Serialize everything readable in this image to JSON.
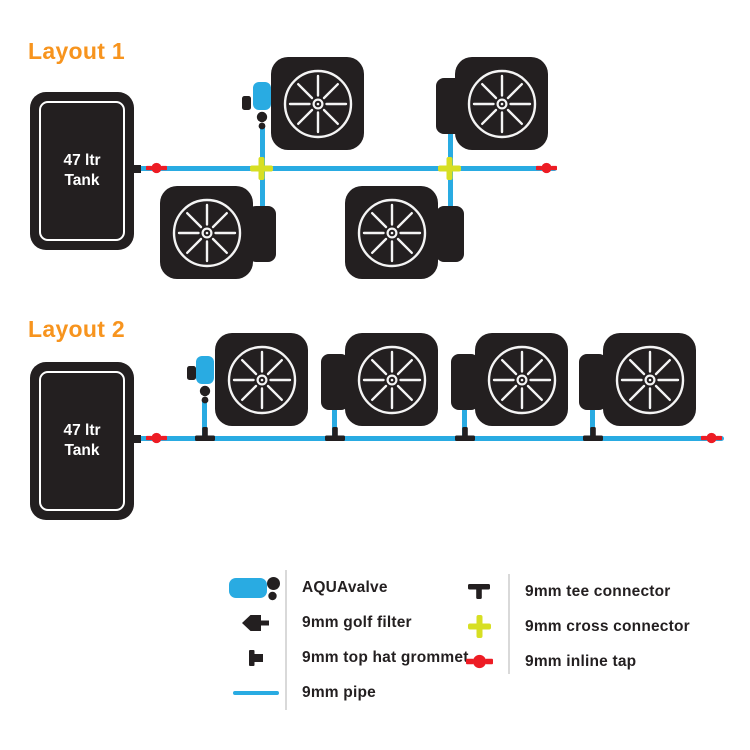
{
  "layout1": {
    "title": "Layout 1",
    "tank": {
      "line1": "47 ltr",
      "line2": "Tank"
    }
  },
  "layout2": {
    "title": "Layout 2",
    "tank": {
      "line1": "47 ltr",
      "line2": "Tank"
    }
  },
  "legend": {
    "left": [
      {
        "icon": "aquavalve-legend",
        "label": "AQUAvalve"
      },
      {
        "icon": "golf-filter",
        "label": "9mm golf filter"
      },
      {
        "icon": "top-hat-grommet",
        "label": "9mm top hat grommet"
      },
      {
        "icon": "pipe",
        "label": "9mm pipe"
      }
    ],
    "right": [
      {
        "icon": "tee-down",
        "label": "9mm tee connector"
      },
      {
        "icon": "cross",
        "label": "9mm cross connector"
      },
      {
        "icon": "inline-tap",
        "label": "9mm inline tap"
      }
    ]
  },
  "colors": {
    "accent_orange": "#f7941e",
    "pipe_blue": "#29abe2",
    "tap_red": "#ed1c24",
    "cross_green": "#d7df23",
    "ink_black": "#231f20",
    "divider_gray": "#d9d9d9"
  }
}
